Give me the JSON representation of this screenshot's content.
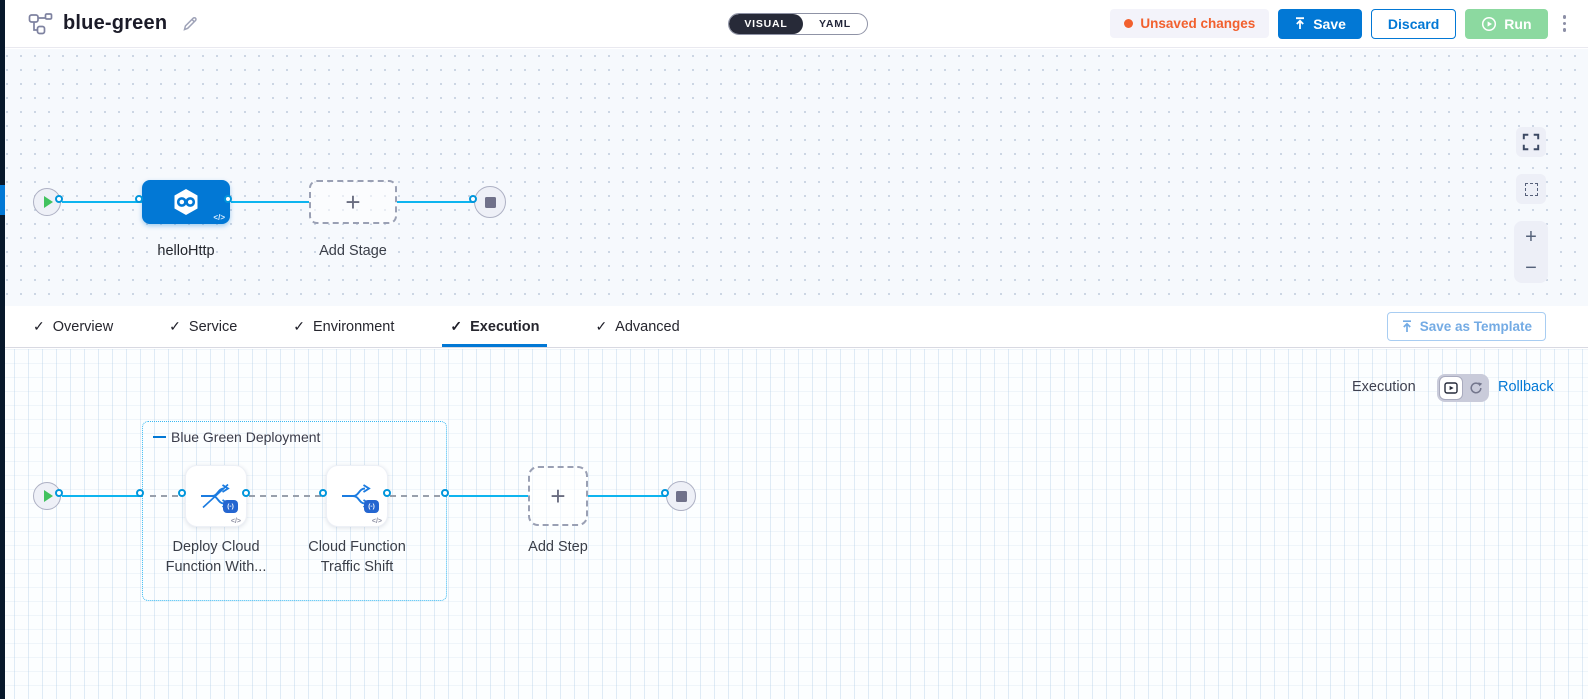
{
  "header": {
    "title": "blue-green",
    "toggle": {
      "visual": "VISUAL",
      "yaml": "YAML"
    },
    "unsaved": "Unsaved changes",
    "save": "Save",
    "discard": "Discard",
    "run": "Run"
  },
  "pipeline_canvas": {
    "stage_name": "helloHttp",
    "add_stage": "Add Stage"
  },
  "tabs": {
    "items": [
      {
        "label": "Overview"
      },
      {
        "label": "Service"
      },
      {
        "label": "Environment"
      },
      {
        "label": "Execution",
        "active": true
      },
      {
        "label": "Advanced"
      }
    ],
    "save_as_template": "Save as Template"
  },
  "execution_canvas": {
    "mode_label": "Execution",
    "rollback": "Rollback",
    "group_label": "Blue Green Deployment",
    "steps": [
      {
        "name": "Deploy Cloud Function With..."
      },
      {
        "name": "Cloud Function Traffic Shift"
      }
    ],
    "add_step": "Add Step"
  },
  "icons": {
    "plus": "+",
    "minus": "−",
    "code": "</>",
    "check": "✓",
    "function_badge": "(-)"
  },
  "colors": {
    "accent_blue": "#0278d5",
    "connector_blue": "#0db4ef",
    "unsaved_orange": "#f2602e",
    "run_green": "#8cd9a0",
    "dark_navy": "#07182b"
  }
}
